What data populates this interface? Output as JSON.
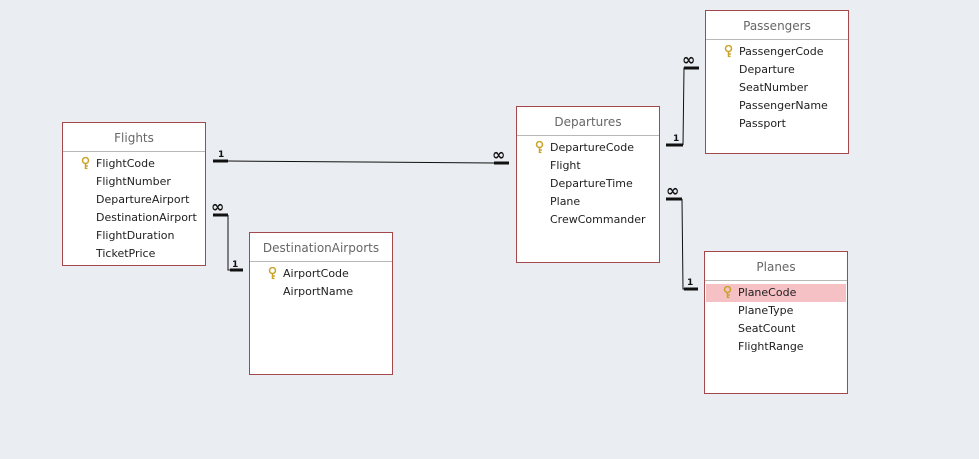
{
  "colors": {
    "background": "#eaedf1",
    "table_border": "#a3484b",
    "title_text": "#666666",
    "selected_row": "#f6c1c4",
    "key_icon": "#c9a227",
    "relationship_line": "#111111"
  },
  "icons": {
    "primary_key": "key-icon"
  },
  "tables": {
    "flights": {
      "title": "Flights",
      "fields": [
        "FlightCode",
        "FlightNumber",
        "DepartureAirport",
        "DestinationAirport",
        "FlightDuration",
        "TicketPrice"
      ]
    },
    "destination_airports": {
      "title": "DestinationAirports",
      "fields": [
        "AirportCode",
        "AirportName"
      ]
    },
    "departures": {
      "title": "Departures",
      "fields": [
        "DepartureCode",
        "Flight",
        "DepartureTime",
        "Plane",
        "CrewCommander"
      ]
    },
    "passengers": {
      "title": "Passengers",
      "fields": [
        "PassengerCode",
        "Departure",
        "SeatNumber",
        "PassengerName",
        "Passport"
      ]
    },
    "planes": {
      "title": "Planes",
      "fields": [
        "PlaneCode",
        "PlaneType",
        "SeatCount",
        "FlightRange"
      ],
      "selected_field": "PlaneCode"
    }
  },
  "relationships": [
    {
      "from": "Flights.FlightCode",
      "to": "Departures.Flight",
      "one": "1",
      "many": "∞"
    },
    {
      "from": "DestinationAirports.AirportCode",
      "to": "Flights.DestinationAirport",
      "one": "1",
      "many": "∞"
    },
    {
      "from": "Departures.DepartureCode",
      "to": "Passengers.Departure",
      "one": "1",
      "many": "∞"
    },
    {
      "from": "Planes.PlaneCode",
      "to": "Departures.Plane",
      "one": "1",
      "many": "∞"
    }
  ]
}
